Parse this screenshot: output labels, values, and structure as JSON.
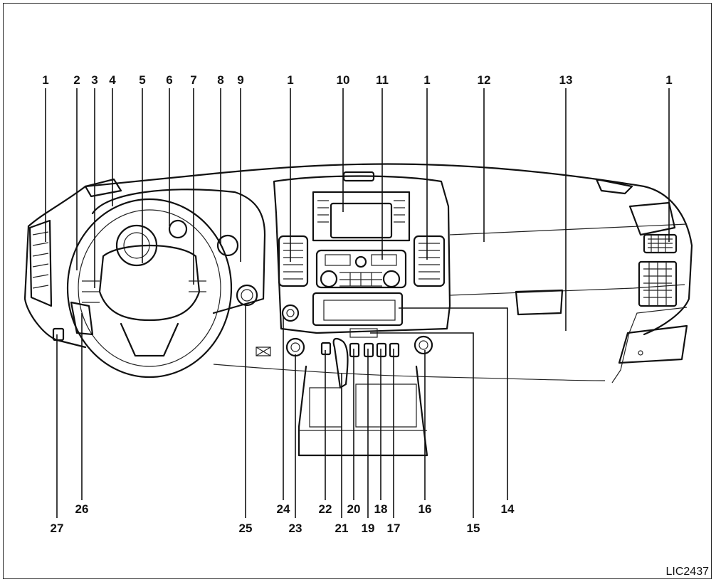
{
  "figure_code": "LIC2437",
  "callouts": [
    {
      "text": "1"
    },
    {
      "text": "2"
    },
    {
      "text": "3"
    },
    {
      "text": "4"
    },
    {
      "text": "5"
    },
    {
      "text": "6"
    },
    {
      "text": "7"
    },
    {
      "text": "8"
    },
    {
      "text": "9"
    },
    {
      "text": "1"
    },
    {
      "text": "10"
    },
    {
      "text": "11"
    },
    {
      "text": "1"
    },
    {
      "text": "12"
    },
    {
      "text": "13"
    },
    {
      "text": "1"
    },
    {
      "text": "27"
    },
    {
      "text": "26"
    },
    {
      "text": "25"
    },
    {
      "text": "24"
    },
    {
      "text": "23"
    },
    {
      "text": "22"
    },
    {
      "text": "21"
    },
    {
      "text": "20"
    },
    {
      "text": "19"
    },
    {
      "text": "18"
    },
    {
      "text": "17"
    },
    {
      "text": "16"
    },
    {
      "text": "15"
    },
    {
      "text": "14"
    }
  ]
}
